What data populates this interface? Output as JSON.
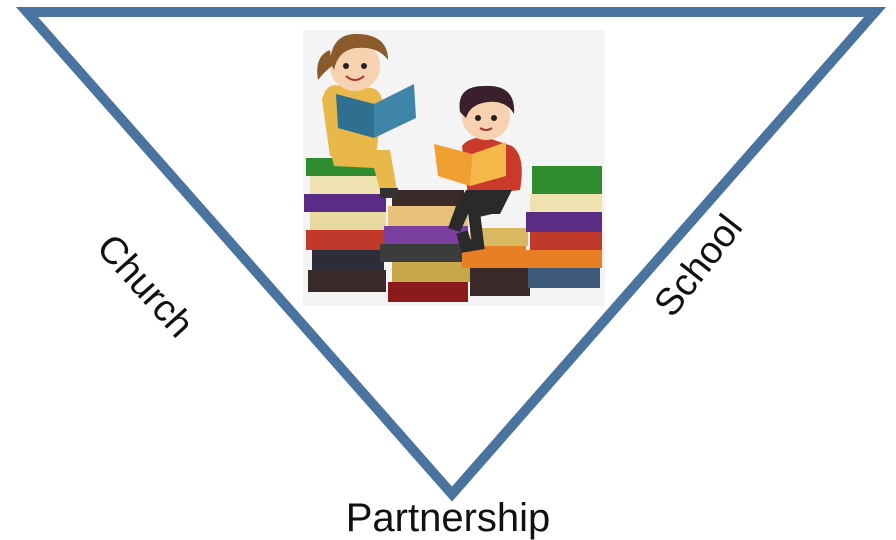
{
  "diagram": {
    "labels": {
      "left_side": "Church",
      "right_side": "School",
      "bottom": "Partnership"
    },
    "colors": {
      "triangle_stroke": "#4a73a0",
      "background": "#ffffff",
      "illustration_bg": "#f4f4f4"
    },
    "illustration": "children-reading-on-book-stacks"
  }
}
